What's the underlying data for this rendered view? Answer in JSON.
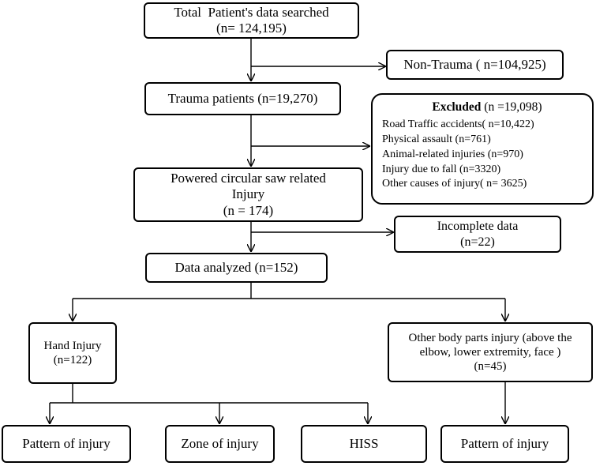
{
  "diagram": {
    "total": {
      "line1": "Total  Patient's data searched",
      "line2": "(n= 124,195)"
    },
    "non_trauma": {
      "label": "Non-Trauma ( n=104,925)"
    },
    "trauma": {
      "label": "Trauma patients (n=19,270)"
    },
    "excluded": {
      "heading": "Excluded",
      "heading_count": " (n =19,098)",
      "items": [
        "Road Traffic accidents( n=10,422)",
        "Physical assault (n=761)",
        "Animal-related injuries (n=970)",
        "Injury due to fall (n=3320)",
        "Other causes of injury( n= 3625)"
      ]
    },
    "saw_injury": {
      "line1": "Powered circular saw related",
      "line2": "Injury",
      "line3": "(n = 174)"
    },
    "incomplete": {
      "line1": "Incomplete data",
      "line2": "(n=22)"
    },
    "analyzed": {
      "label": "Data analyzed (n=152)"
    },
    "hand": {
      "line1": "Hand Injury",
      "line2": "(n=122)"
    },
    "other_parts": {
      "line1": "Other body parts injury (above the",
      "line2": "elbow, lower extremity, face )",
      "line3": "(n=45)"
    },
    "outcomes": {
      "pattern_hand": "Pattern of injury",
      "zone": "Zone of injury",
      "hiss": "HISS",
      "pattern_other": "Pattern of injury"
    }
  }
}
